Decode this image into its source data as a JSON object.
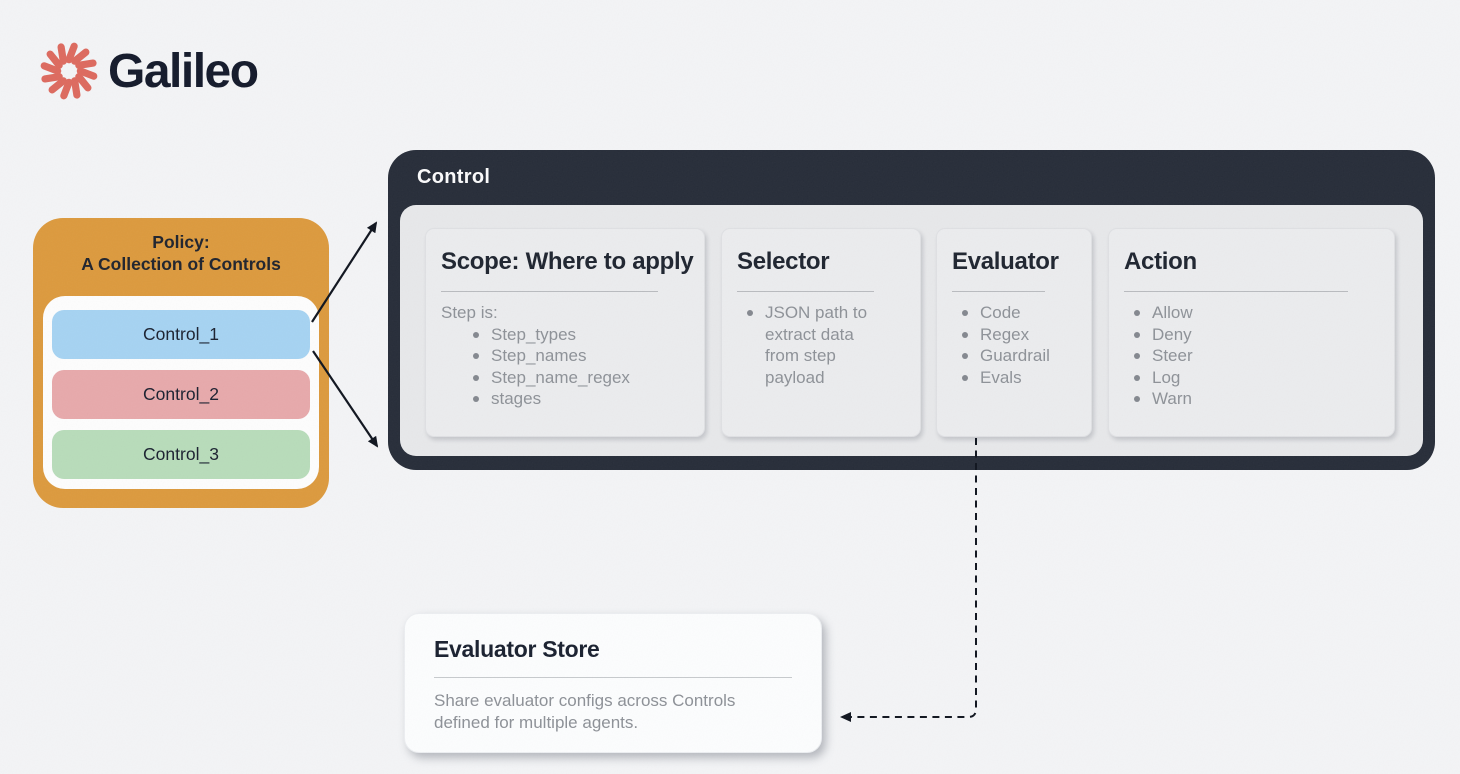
{
  "canvas": {
    "background": "#f3f4f6"
  },
  "logo": {
    "brand": "Galileo",
    "icon": "galileo-spark-icon",
    "icon_color": "#dd6a5f",
    "text_color": "#141a2b"
  },
  "policy": {
    "title_line1": "Policy:",
    "title_line2": "A Collection of Controls",
    "bg_color": "#dc9a3e",
    "controls": [
      {
        "label": "Control_1",
        "color": "#a6d3f2"
      },
      {
        "label": "Control_2",
        "color": "#e7a9ab"
      },
      {
        "label": "Control_3",
        "color": "#b8dcba"
      }
    ]
  },
  "control_panel": {
    "title": "Control",
    "bg_color": "#272d39",
    "cards": [
      {
        "title": "Scope: Where to apply",
        "intro": "Step is:",
        "bullets": [
          "Step_types",
          "Step_names",
          "Step_name_regex",
          "stages"
        ]
      },
      {
        "title": "Selector",
        "bullets": [
          "JSON path to extract data from step payload"
        ]
      },
      {
        "title": "Evaluator",
        "bullets": [
          "Code",
          "Regex",
          "Guardrail",
          "Evals"
        ]
      },
      {
        "title": "Action",
        "bullets": [
          "Allow",
          "Deny",
          "Steer",
          "Log",
          "Warn"
        ]
      }
    ]
  },
  "evaluator_store": {
    "title": "Evaluator Store",
    "description": "Share evaluator configs across Controls defined for multiple agents."
  }
}
